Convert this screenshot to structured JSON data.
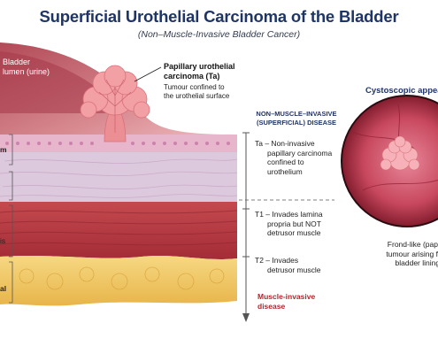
{
  "title": "Superficial Urothelial Carcinoma of the Bladder",
  "subtitle": "(Non–Muscle-Invasive Bladder Cancer)",
  "lumen_label": [
    "Bladder",
    "lumen (urine)"
  ],
  "callout": {
    "title": [
      "Papillary urothelial",
      "carcinoma (Ta)"
    ],
    "note": [
      "Tumour confined to",
      "the urothelial surface"
    ]
  },
  "staging": {
    "header": [
      "NON–MUSCLE–INVASIVE",
      "(SUPERFICIAL) DISEASE"
    ],
    "ta": [
      "Ta – Non-invasive",
      "papillary carcinoma",
      "confined to",
      "urothelium"
    ],
    "t1": [
      "T1 – Invades lamina",
      "propria but NOT",
      "detrusor muscle"
    ],
    "t2": [
      "T2 – Invades",
      "detrusor muscle"
    ],
    "muscle_invasive": [
      "Muscle-invasive",
      "disease"
    ]
  },
  "cystoscopy": {
    "title": "Cystoscopic appea",
    "caption": [
      "Frond-like (papillar",
      "tumour arising from",
      "bladder lining."
    ]
  },
  "layer_labels": {
    "urothelium_fragment": "m",
    "fat_fragment": "al",
    "muscle_fragment": "is"
  },
  "colors": {
    "title": "#1f3566",
    "invasive": "#b3262b",
    "urothelium": "#e7b6cc",
    "lamina_propria": "#ddc9dd",
    "muscle": "#b8373f",
    "fat": "#f0c765",
    "tumour": "#f2a0a4"
  }
}
